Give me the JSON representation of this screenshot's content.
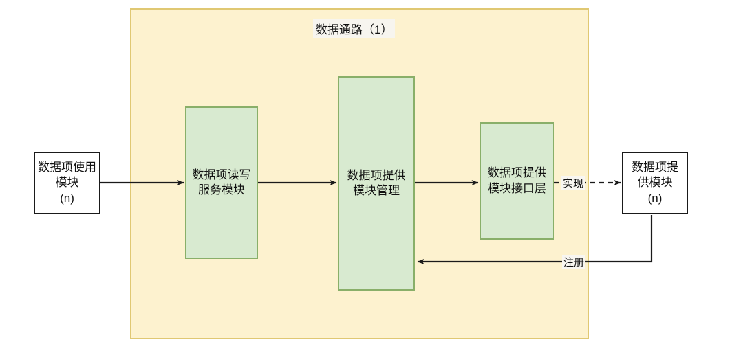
{
  "diagram": {
    "title": "数据通路（1）",
    "colors": {
      "container_fill": "#fdf2cf",
      "container_border": "#e0c873",
      "green_fill": "#d8ead0",
      "green_border": "#89af69",
      "white_fill": "#ffffff",
      "node_border": "#1a1a1a",
      "edge": "#1a1a1a"
    },
    "nodes": {
      "consumer": "数据项使用模块\n(n)",
      "rw_service": "数据项读写\n服务模块",
      "provider_manager": "数据项提供\n模块管理",
      "provider_interface": "数据项提供\n模块接口层",
      "provider": "数据项提\n供模块\n(n)"
    },
    "edges": {
      "consumer_to_rw": "",
      "rw_to_manager": "",
      "manager_to_interface": "",
      "interface_to_provider": "实现",
      "provider_to_manager": "注册"
    }
  }
}
